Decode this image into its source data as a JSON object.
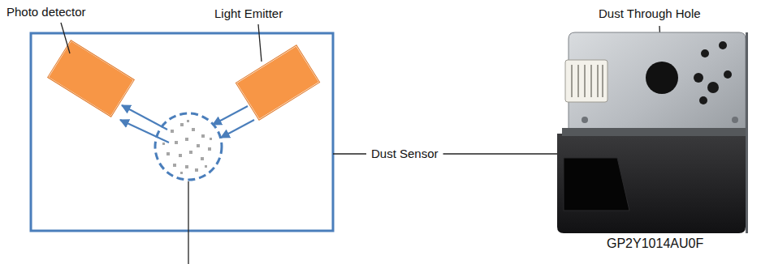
{
  "diagram": {
    "labels": [
      "Photo detector",
      "Light Emitter",
      "Dust Through Hole",
      "Dust Sensor",
      "GP2Y1014AU0F"
    ]
  }
}
